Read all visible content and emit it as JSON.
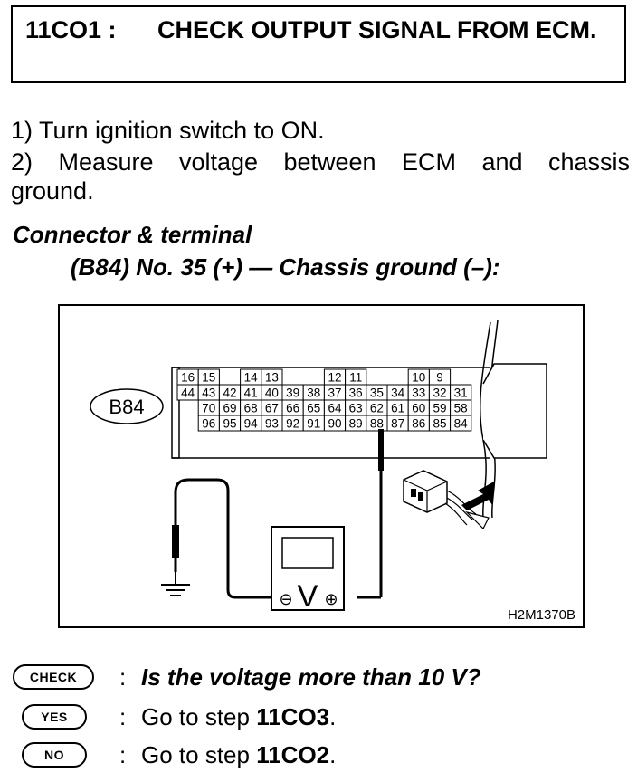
{
  "header": {
    "step_id": "11CO1 :",
    "title": "CHECK OUTPUT SIGNAL FROM ECM."
  },
  "instructions": {
    "step1": "1)  Turn ignition switch to ON.",
    "step2_line1": "2)  Measure voltage between ECM and chassis",
    "step2_line2": "ground."
  },
  "connector": {
    "heading": "Connector & terminal",
    "detail": "(B84) No. 35 (+) — Chassis ground (–):"
  },
  "figure": {
    "connector_label": "B84",
    "figure_code": "H2M1370B",
    "meter_symbol": "V",
    "minus_symbol": "⊖",
    "plus_symbol": "⊕",
    "row1_pins": [
      "16",
      "15",
      "14",
      "13",
      "12",
      "11",
      "10",
      "9"
    ],
    "row2_pins": [
      "44",
      "43",
      "42",
      "41",
      "40",
      "39",
      "38",
      "37",
      "36",
      "35",
      "34",
      "33",
      "32",
      "31"
    ],
    "row3_pins": [
      "70",
      "69",
      "68",
      "67",
      "66",
      "65",
      "64",
      "63",
      "62",
      "61",
      "60",
      "59",
      "58"
    ],
    "row4_pins": [
      "96",
      "95",
      "94",
      "93",
      "92",
      "91",
      "90",
      "89",
      "88",
      "87",
      "86",
      "85",
      "84"
    ]
  },
  "answers": {
    "check_badge": "CHECK",
    "yes_badge": "YES",
    "no_badge": "NO",
    "colon": ":",
    "question": "Is the voltage more than 10 V?",
    "yes_prefix": "Go to step ",
    "yes_target": "11CO3",
    "yes_suffix": ".",
    "no_prefix": "Go to step ",
    "no_target": "11CO2",
    "no_suffix": "."
  }
}
